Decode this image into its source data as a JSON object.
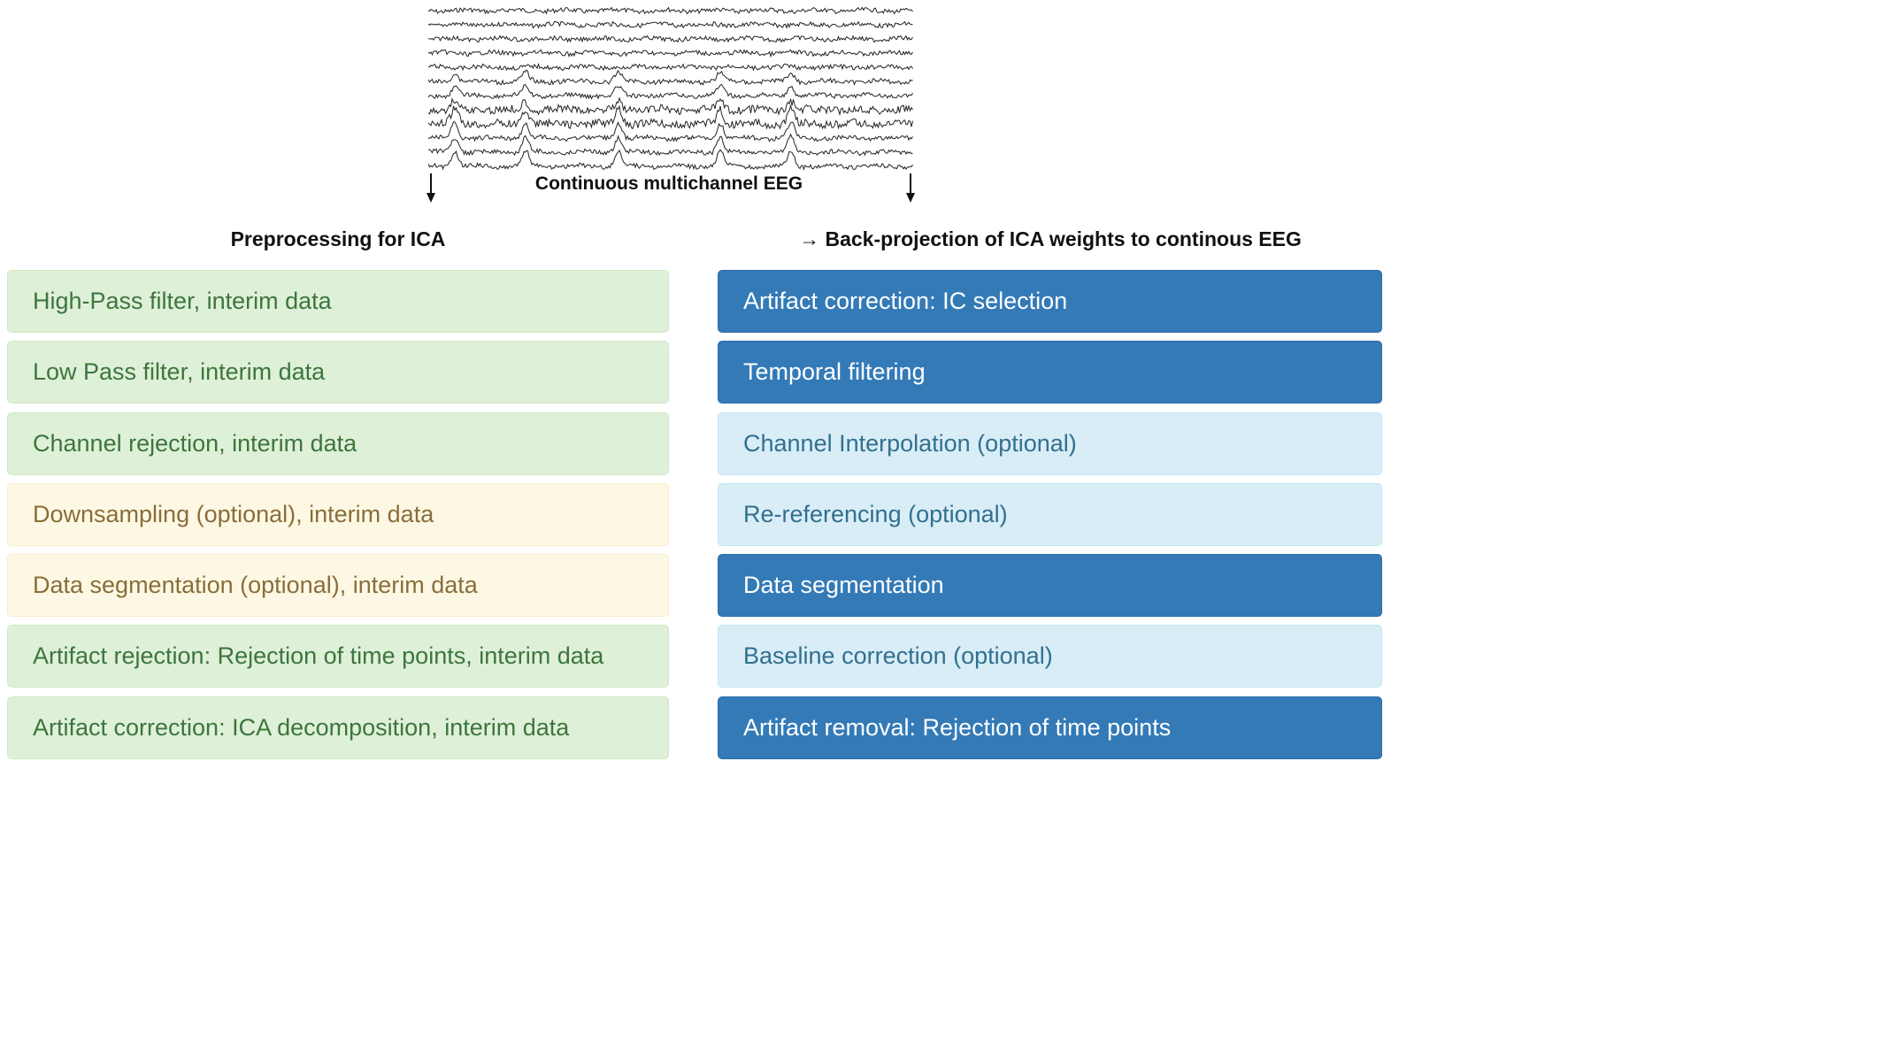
{
  "eeg": {
    "label": "Continuous multichannel EEG",
    "image": "eeg-traces",
    "channel_count": 12
  },
  "left_column": {
    "heading": "Preprocessing for ICA",
    "steps": [
      {
        "label": "High-Pass filter, interim data",
        "style": "green"
      },
      {
        "label": "Low Pass filter, interim data",
        "style": "green"
      },
      {
        "label": "Channel rejection, interim data",
        "style": "green"
      },
      {
        "label": "Downsampling (optional), interim data",
        "style": "yellow"
      },
      {
        "label": "Data segmentation (optional), interim data",
        "style": "yellow"
      },
      {
        "label": "Artifact rejection: Rejection of time points, interim data",
        "style": "green"
      },
      {
        "label": "Artifact correction: ICA decomposition, interim data",
        "style": "green"
      }
    ]
  },
  "right_column": {
    "heading": "→ Back-projection of ICA weights to continous EEG",
    "steps": [
      {
        "label": "Artifact correction: IC selection",
        "style": "blue-dark"
      },
      {
        "label": "Temporal filtering",
        "style": "blue-dark"
      },
      {
        "label": "Channel Interpolation (optional)",
        "style": "blue-light"
      },
      {
        "label": "Re-referencing (optional)",
        "style": "blue-light"
      },
      {
        "label": "Data segmentation",
        "style": "blue-dark"
      },
      {
        "label": "Baseline correction (optional)",
        "style": "blue-light"
      },
      {
        "label": "Artifact removal: Rejection of time points",
        "style": "blue-dark"
      }
    ]
  },
  "colors": {
    "green_bg": "#dff0d8",
    "green_text": "#3c763d",
    "yellow_bg": "#fcf8e3",
    "yellow_text": "#8a6d3b",
    "blue_dark_bg": "#337ab7",
    "blue_dark_text": "#ffffff",
    "blue_light_bg": "#d9edf7",
    "blue_light_text": "#31708f"
  }
}
